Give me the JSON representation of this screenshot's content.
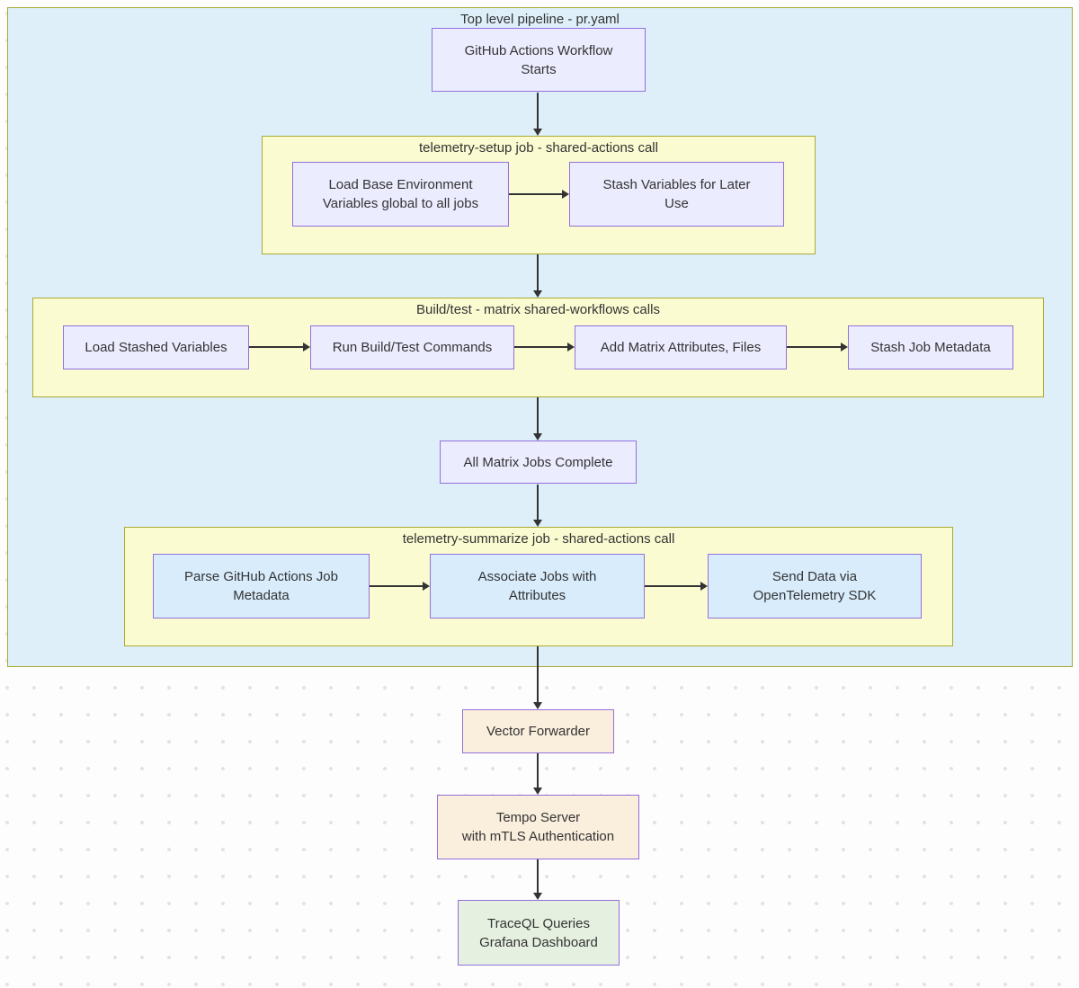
{
  "colors": {
    "page_bg": "#fdfdfd",
    "dot": "#e3e3e3",
    "container_bg": "#deeffa",
    "cluster_border": "#aaaa33",
    "subgraph_bg": "#fbfbd2",
    "node_border": "#9370db",
    "node_purple_bg": "#ececff",
    "node_blue_bg": "#d8ecfc",
    "node_peach_bg": "#faeedd",
    "node_green_bg": "#e5f0e0",
    "edge_color": "#333333",
    "text_color": "#333333"
  },
  "clusters": {
    "pipeline": {
      "title": "Top level pipeline - pr.yaml"
    },
    "setup": {
      "title": "telemetry-setup job - shared-actions call"
    },
    "build_test": {
      "title": "Build/test - matrix shared-workflows calls"
    },
    "summarize": {
      "title": "telemetry-summarize job - shared-actions call"
    }
  },
  "nodes": {
    "start": {
      "lines": [
        "GitHub Actions Workflow",
        "Starts"
      ]
    },
    "load_base_env": {
      "lines": [
        "Load Base Environment",
        "Variables global to all jobs"
      ]
    },
    "stash_vars": {
      "lines": [
        "Stash Variables for Later",
        "Use"
      ]
    },
    "load_stashed": {
      "lines": [
        "Load Stashed Variables"
      ]
    },
    "run_build": {
      "lines": [
        "Run Build/Test Commands"
      ]
    },
    "add_matrix": {
      "lines": [
        "Add Matrix Attributes, Files"
      ]
    },
    "stash_job_meta": {
      "lines": [
        "Stash Job Metadata"
      ]
    },
    "all_matrix_complete": {
      "lines": [
        "All Matrix Jobs Complete"
      ]
    },
    "parse_metadata": {
      "lines": [
        "Parse GitHub Actions Job",
        "Metadata"
      ]
    },
    "associate_jobs": {
      "lines": [
        "Associate Jobs with",
        "Attributes"
      ]
    },
    "send_data": {
      "lines": [
        "Send Data via",
        "OpenTelemetry SDK"
      ]
    },
    "vector": {
      "lines": [
        "Vector Forwarder"
      ]
    },
    "tempo": {
      "lines": [
        "Tempo Server",
        "with mTLS Authentication"
      ]
    },
    "traceql": {
      "lines": [
        "TraceQL Queries",
        "Grafana Dashboard"
      ]
    }
  }
}
